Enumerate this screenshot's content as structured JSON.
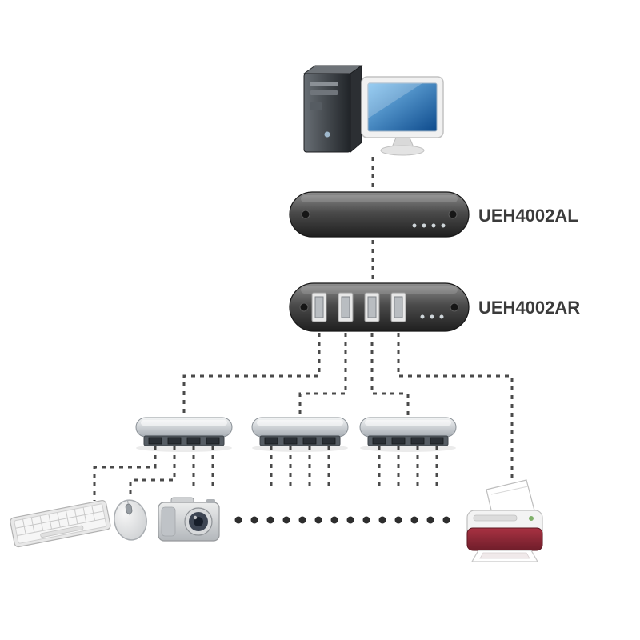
{
  "diagram": {
    "type": "usb-extender-topology",
    "labels": {
      "local_unit": "UEH4002AL",
      "remote_unit": "UEH4002AR"
    },
    "colors": {
      "unit_body": "#4a4a4a",
      "connector_line": "#4a4a4a",
      "screen_blue": "#1e5f9e",
      "printer_accent": "#8c2633",
      "label_text": "#3b3b3b",
      "hub_body": "#b9bfc5"
    },
    "icons": [
      "desktop-computer-icon",
      "monitor-icon",
      "local-extender-unit-icon",
      "remote-extender-unit-icon",
      "usb-hub-icon",
      "keyboard-icon",
      "mouse-icon",
      "camera-icon",
      "printer-icon",
      "more-devices-ellipsis"
    ],
    "connections": [
      "computer to UEH4002AL",
      "UEH4002AL to UEH4002AR",
      "UEH4002AR port 1 to hub 1",
      "UEH4002AR port 2 to hub 2",
      "UEH4002AR port 3 to hub 3",
      "UEH4002AR port 4 to printer",
      "hub 1 to keyboard",
      "hub 1 to mouse",
      "hub 1 to camera"
    ]
  }
}
